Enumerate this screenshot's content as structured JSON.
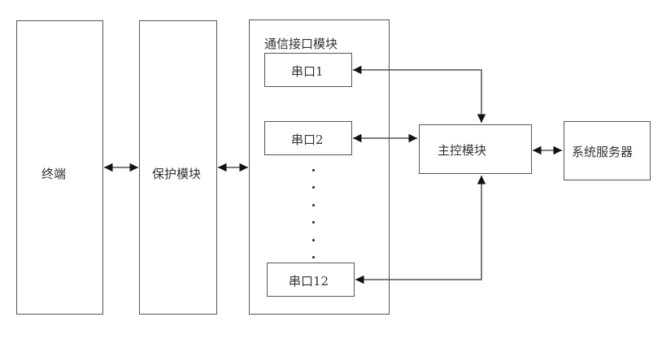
{
  "diagram": {
    "terminal": {
      "label": "终端"
    },
    "protection_module": {
      "label": "保护模块"
    },
    "comm_interface_module": {
      "label": "通信接口模块",
      "ports": [
        {
          "label": "串口1"
        },
        {
          "label": "串口2"
        },
        {
          "label": "串口12"
        }
      ],
      "ellipsis_dots": 6
    },
    "main_control_module": {
      "label": "主控模块"
    },
    "system_server": {
      "label": "系统服务器"
    },
    "connections": [
      {
        "from": "terminal",
        "to": "protection_module",
        "type": "bidirectional"
      },
      {
        "from": "protection_module",
        "to": "comm_interface_module",
        "type": "bidirectional"
      },
      {
        "from": "port_1",
        "to": "main_control_module",
        "type": "bidirectional"
      },
      {
        "from": "port_2",
        "to": "main_control_module",
        "type": "bidirectional"
      },
      {
        "from": "port_12",
        "to": "main_control_module",
        "type": "bidirectional"
      },
      {
        "from": "main_control_module",
        "to": "system_server",
        "type": "bidirectional"
      }
    ]
  }
}
